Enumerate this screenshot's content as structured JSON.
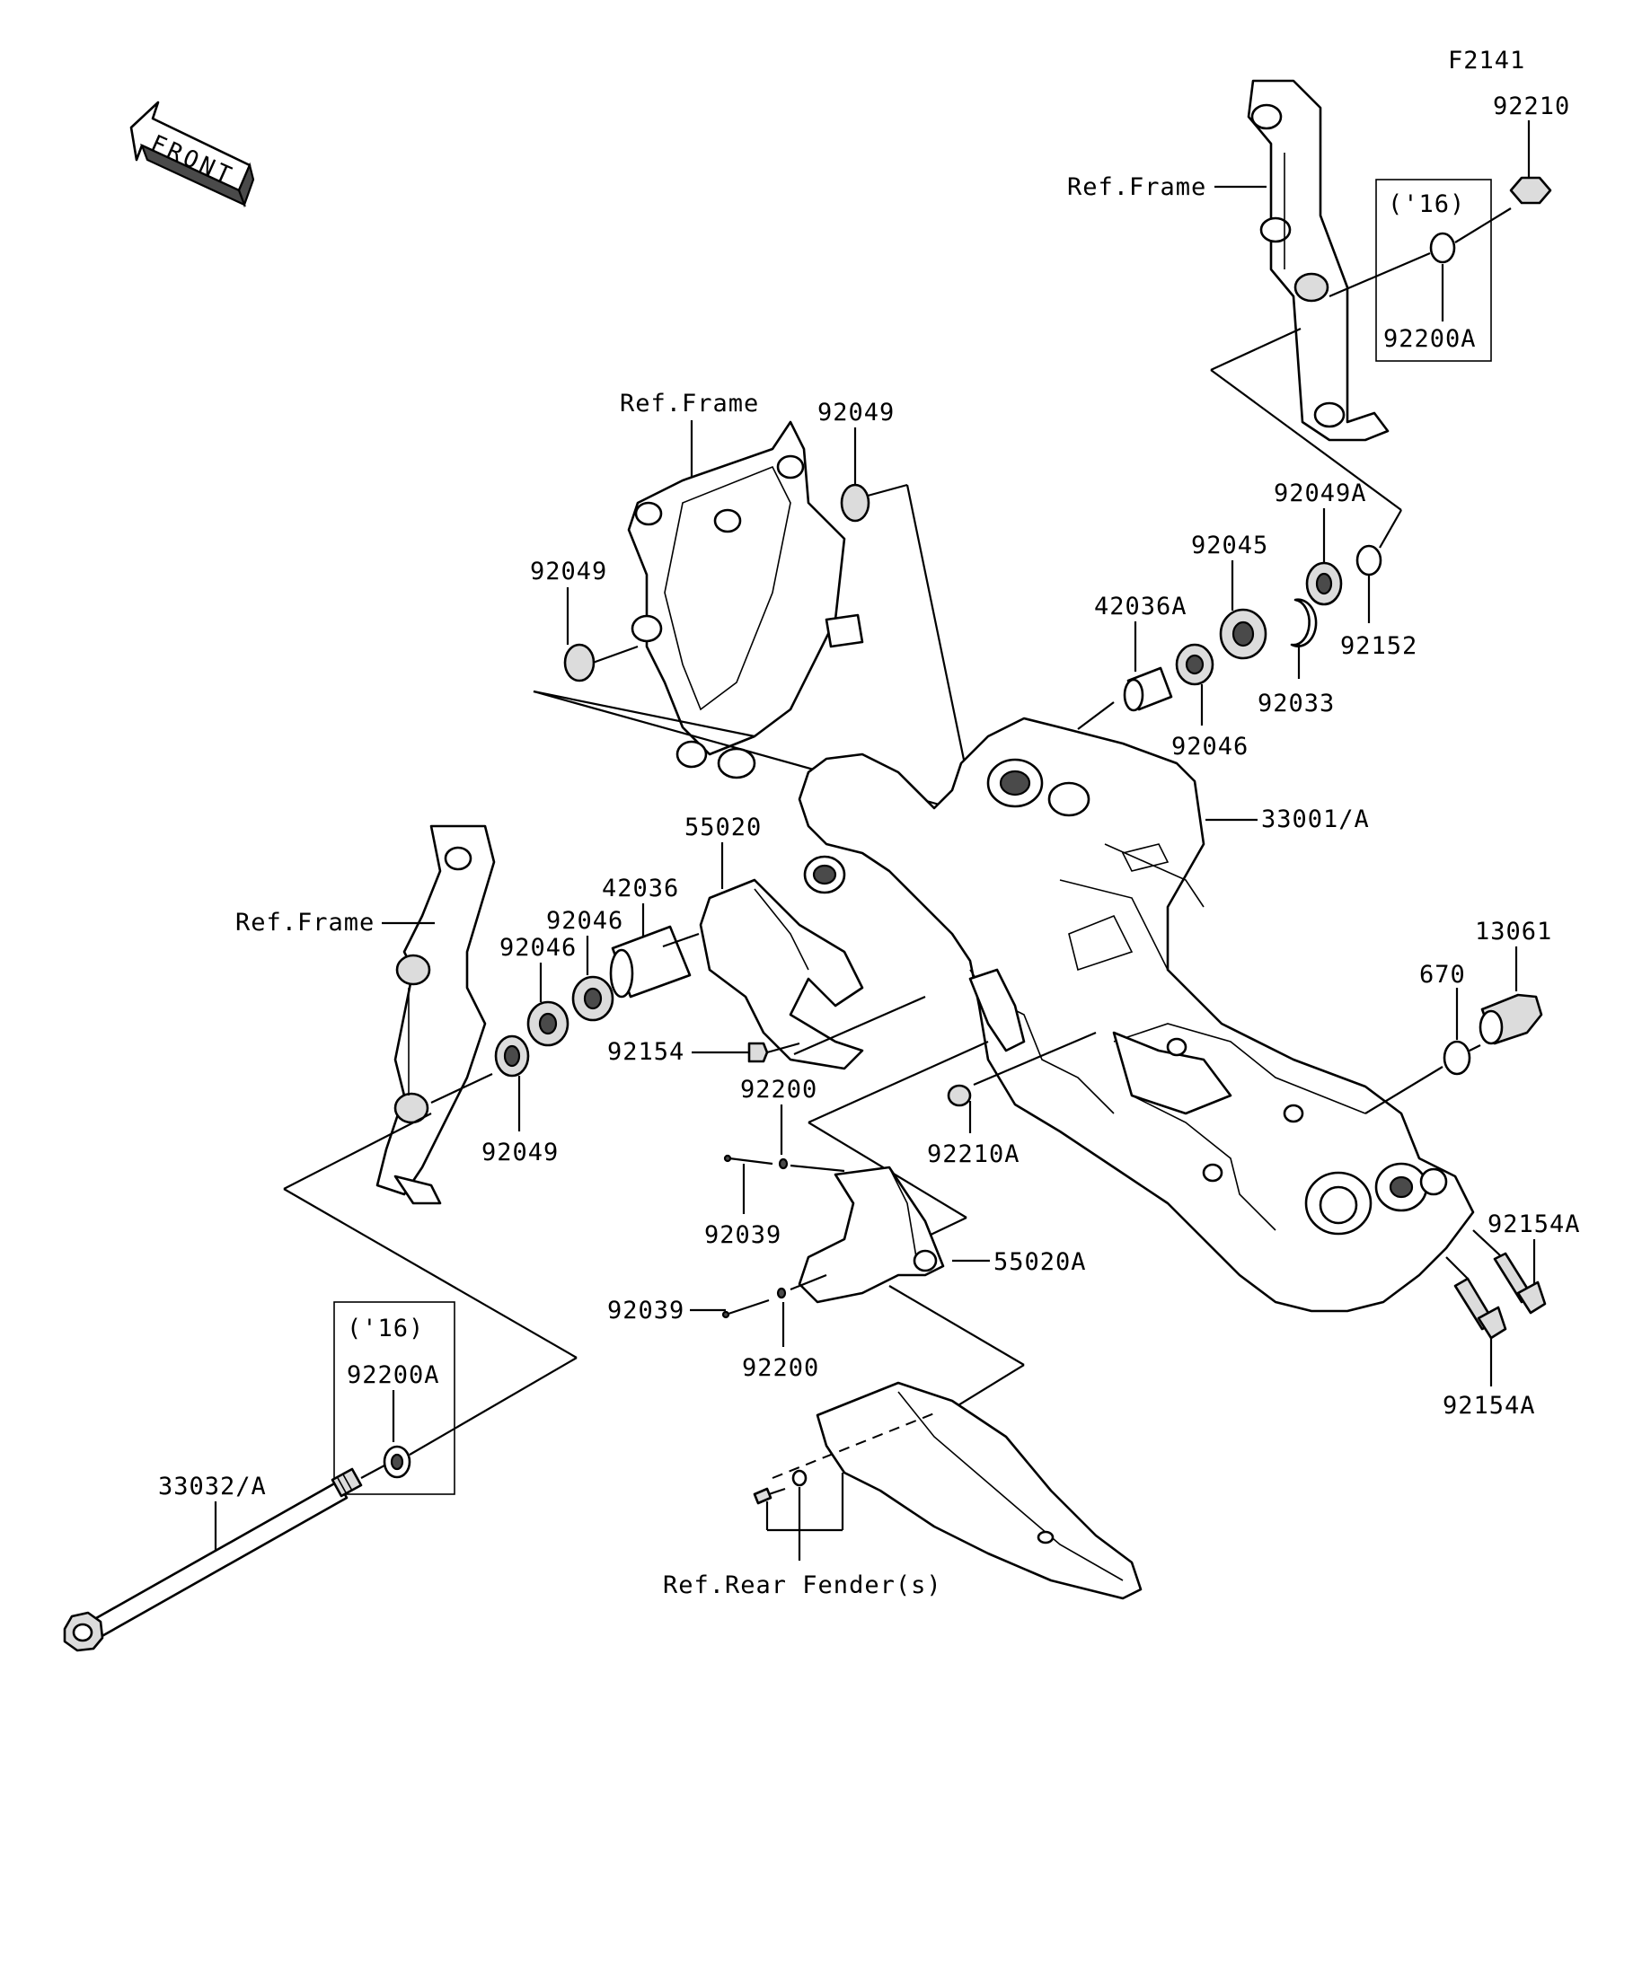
{
  "figure_id": "F2141",
  "front_label": "FRONT",
  "labels": {
    "ref_frame_top": "Ref.Frame",
    "ref_frame_mid": "Ref.Frame",
    "ref_frame_left": "Ref.Frame",
    "ref_rear_fender": "Ref.Rear Fender(s)",
    "p92210": "92210",
    "year16_a": "('16)",
    "p92200A_a": "92200A",
    "p92049_top": "92049",
    "p92049_left": "92049",
    "p92049A": "92049A",
    "p92045": "92045",
    "p42036A": "42036A",
    "p92152": "92152",
    "p92033": "92033",
    "p92046_right": "92046",
    "p33001A": "33001/A",
    "p55020": "55020",
    "p42036": "42036",
    "p92046_a": "92046",
    "p92046_b": "92046",
    "p92154": "92154",
    "p92049_bottom": "92049",
    "p92200_top": "92200",
    "p92039_top": "92039",
    "p92210A": "92210A",
    "p13061": "13061",
    "p670": "670",
    "p55020A": "55020A",
    "p92039_bottom": "92039",
    "p92200_bottom": "92200",
    "p92154A_top": "92154A",
    "p92154A_bottom": "92154A",
    "year16_b": "('16)",
    "p92200A_b": "92200A",
    "p33032A": "33032/A"
  }
}
